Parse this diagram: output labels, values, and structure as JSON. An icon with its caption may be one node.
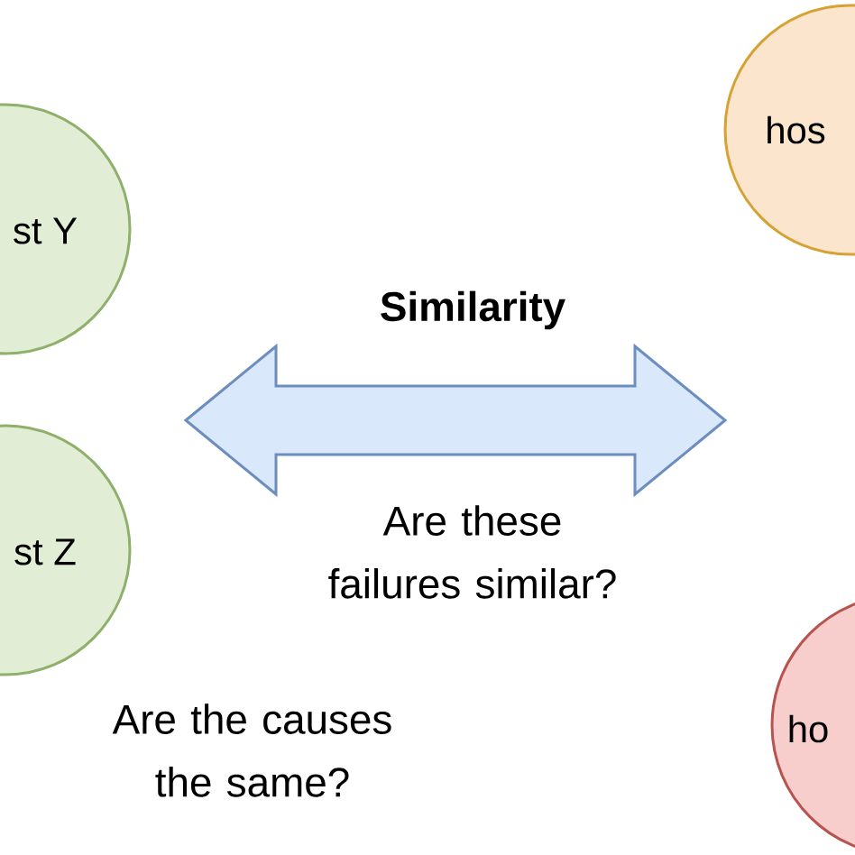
{
  "diagram": {
    "nodes": [
      {
        "text": [
          "st Y"
        ]
      },
      {
        "text": [
          "st Z"
        ]
      },
      {
        "text": [
          "hos"
        ]
      },
      {
        "text": [
          "ho"
        ]
      }
    ],
    "labels": [
      "Similarity",
      "Are these failures similar?",
      "Are the causes the same?"
    ]
  }
}
